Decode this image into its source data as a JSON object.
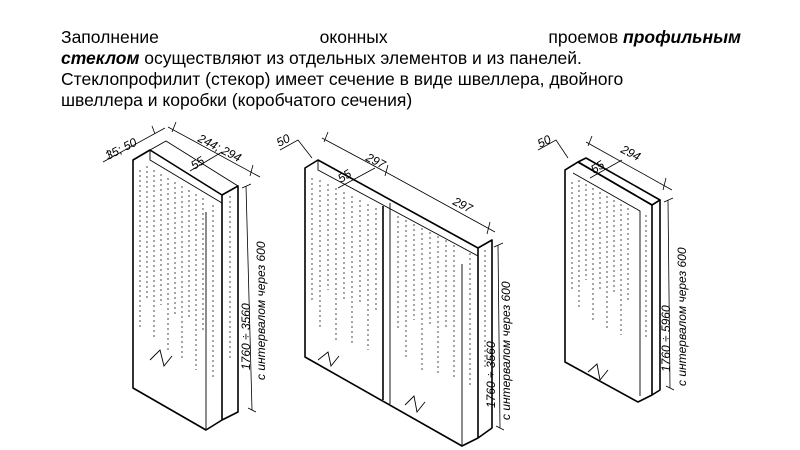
{
  "text": {
    "line1_word1": "Заполнение",
    "line1_word2": "оконных",
    "line1_word3": "проемов",
    "emphasis_1": "профильным",
    "emphasis_2": "стеклом",
    "line2_rest": " осуществляют из отдельных элементов и из панелей.",
    "line3": "Стеклопрофилит (стекор) имеет сечение в виде швеллера, двойного",
    "line4": "швеллера и коробки (коробчатого сечения)"
  },
  "figure": {
    "channel": {
      "dim_flange": "35; 50",
      "dim_width": "244; 294",
      "dim_thickness": "55",
      "dim_height": "1760 ÷ 3560",
      "dim_interval": "с интервалом через 600"
    },
    "double_channel": {
      "dim_flange": "50",
      "dim_thickness": "55",
      "dim_width_1": "297",
      "dim_width_2": "297",
      "dim_height": "1760 ÷ 3560",
      "dim_interval": "с интервалом через 600"
    },
    "box": {
      "dim_flange": "50",
      "dim_thickness": "55",
      "dim_width": "294",
      "dim_height": "1760 ÷ 5960",
      "dim_interval": "с интервалом через 600"
    }
  }
}
